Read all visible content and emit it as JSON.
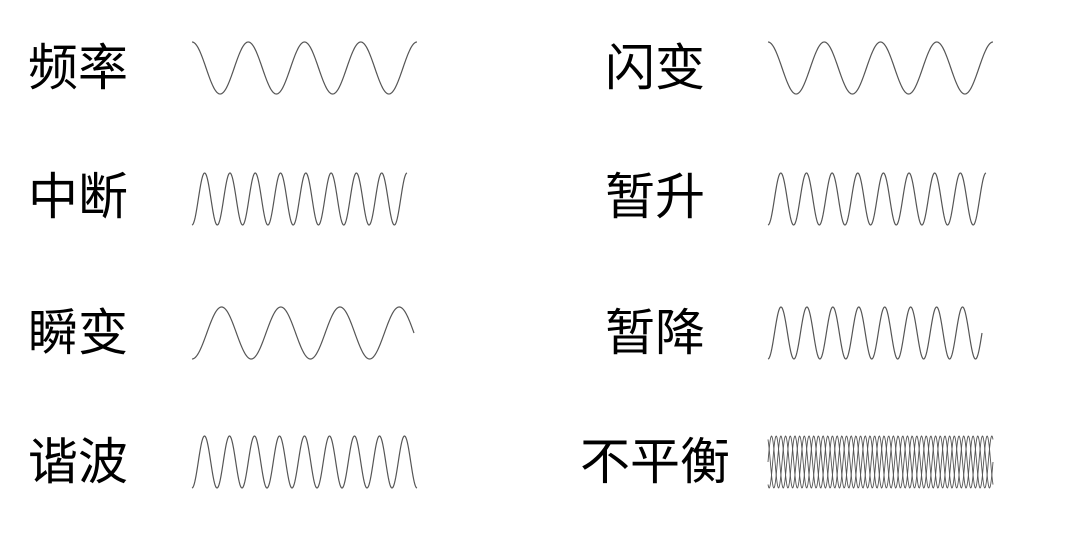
{
  "line_color": "#555555",
  "left_column": [
    {
      "key": "freq",
      "label": "频率",
      "icon": "sine-wave-3-cycles"
    },
    {
      "key": "interrupt",
      "label": "中断",
      "icon": "sine-wave-dense"
    },
    {
      "key": "transient",
      "label": "瞬变",
      "icon": "sine-wave-3-cycles"
    },
    {
      "key": "harmonic",
      "label": "谐波",
      "icon": "sine-wave-dense"
    }
  ],
  "right_column": [
    {
      "key": "flicker",
      "label": "闪变",
      "icon": "sine-wave-3-cycles"
    },
    {
      "key": "swell",
      "label": "暂升",
      "icon": "sine-wave-dense"
    },
    {
      "key": "sag",
      "label": "暂降",
      "icon": "sine-wave-dense"
    },
    {
      "key": "unbalance",
      "label": "不平衡",
      "icon": "three-phase-wave"
    }
  ]
}
